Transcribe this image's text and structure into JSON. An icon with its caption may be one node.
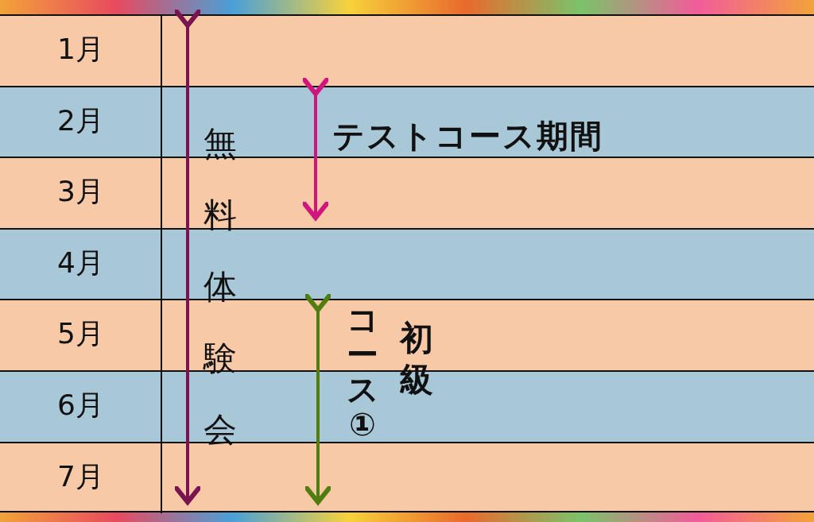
{
  "diagram": {
    "labels": [
      "1月",
      "2月",
      "3月",
      "4月",
      "5月",
      "6月",
      "7月",
      "無料体験会",
      "テストコース期間",
      "初級",
      "コース①"
    ]
  }
}
